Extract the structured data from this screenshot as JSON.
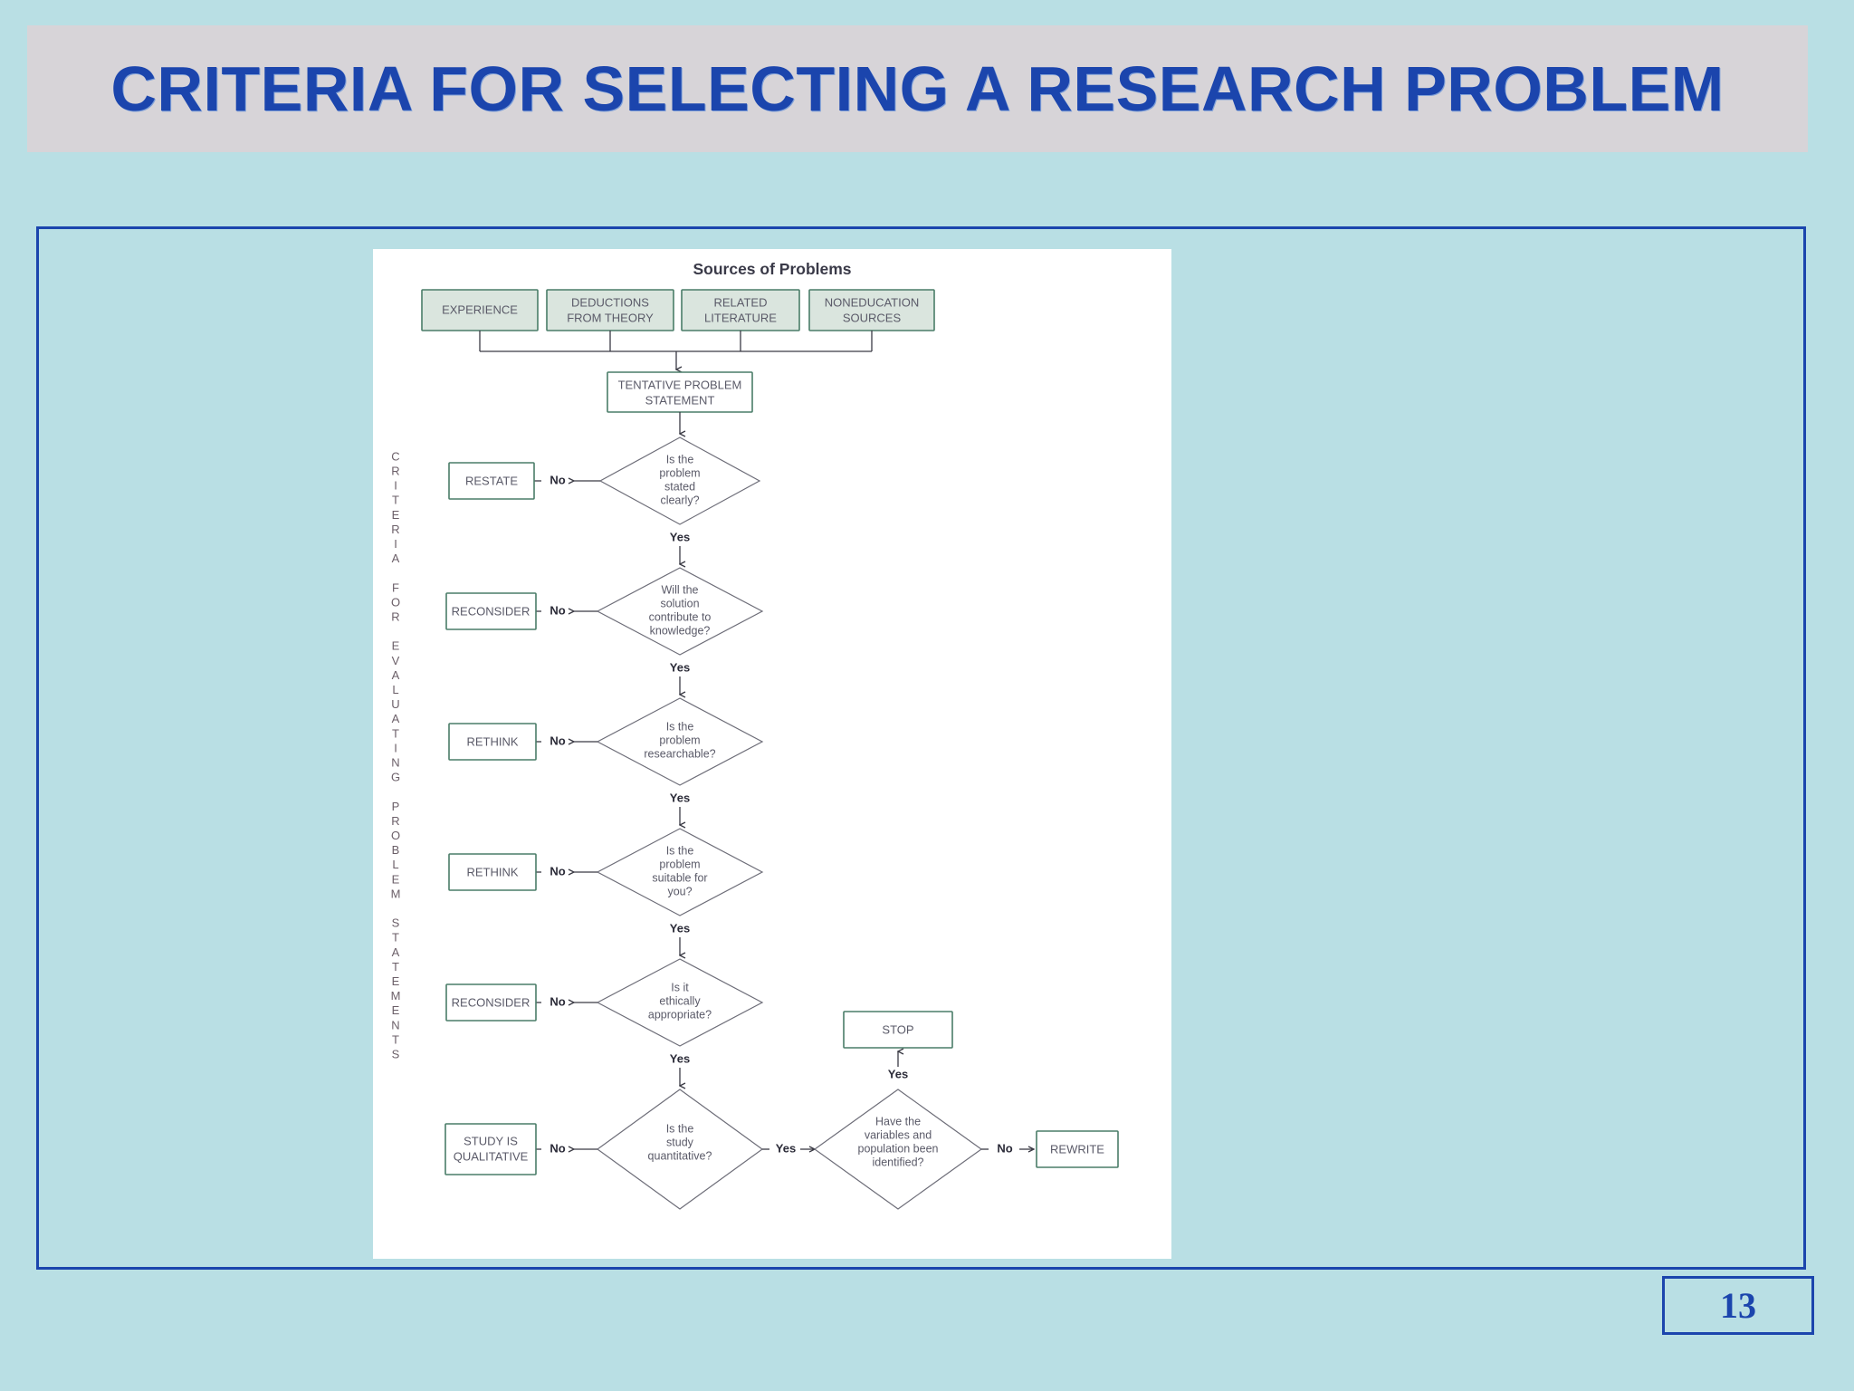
{
  "slide": {
    "title": "CRITERIA FOR SELECTING A RESEARCH PROBLEM",
    "page_number": "13",
    "accent_color": "#1b45ad",
    "background_color": "#b9dfe4",
    "title_bar_color": "#d7d4d8"
  },
  "figure": {
    "title": "Sources of Problems",
    "box_fill": "#dae5de",
    "box_border": "#4a7d68",
    "diamond_border": "#6d6d78",
    "sources": [
      {
        "label": "EXPERIENCE",
        "lines": [
          "EXPERIENCE"
        ]
      },
      {
        "label": "DEDUCTIONS FROM THEORY",
        "lines": [
          "DEDUCTIONS",
          "FROM THEORY"
        ]
      },
      {
        "label": "RELATED LITERATURE",
        "lines": [
          "RELATED",
          "LITERATURE"
        ]
      },
      {
        "label": "NONEDUCATION SOURCES",
        "lines": [
          "NONEDUCATION",
          "SOURCES"
        ]
      }
    ],
    "tentative": {
      "lines": [
        "TENTATIVE PROBLEM",
        "STATEMENT"
      ]
    },
    "side_label": "CRITERIA FOR EVALUATING PROBLEM STATEMENTS",
    "side_label_letters": [
      "C",
      "R",
      "I",
      "T",
      "E",
      "R",
      "I",
      "A",
      "",
      "F",
      "O",
      "R",
      "",
      "E",
      "V",
      "A",
      "L",
      "U",
      "A",
      "T",
      "I",
      "N",
      "G",
      "",
      "P",
      "R",
      "O",
      "B",
      "L",
      "E",
      "M",
      "",
      "S",
      "T",
      "A",
      "T",
      "E",
      "M",
      "E",
      "N",
      "T",
      "S"
    ],
    "steps": [
      {
        "action": {
          "lines": [
            "RESTATE"
          ]
        },
        "no_label": "No",
        "question": {
          "lines": [
            "Is the",
            "problem",
            "stated",
            "clearly?"
          ]
        },
        "yes_label": "Yes"
      },
      {
        "action": {
          "lines": [
            "RECONSIDER"
          ]
        },
        "no_label": "No",
        "question": {
          "lines": [
            "Will the",
            "solution",
            "contribute to",
            "knowledge?"
          ]
        },
        "yes_label": "Yes"
      },
      {
        "action": {
          "lines": [
            "RETHINK"
          ]
        },
        "no_label": "No",
        "question": {
          "lines": [
            "Is the",
            "problem",
            "researchable?"
          ]
        },
        "yes_label": "Yes"
      },
      {
        "action": {
          "lines": [
            "RETHINK"
          ]
        },
        "no_label": "No",
        "question": {
          "lines": [
            "Is the",
            "problem",
            "suitable for",
            "you?"
          ]
        },
        "yes_label": "Yes"
      },
      {
        "action": {
          "lines": [
            "RECONSIDER"
          ]
        },
        "no_label": "No",
        "question": {
          "lines": [
            "Is it",
            "ethically",
            "appropriate?"
          ]
        },
        "yes_label": "Yes"
      }
    ],
    "final_row": {
      "qualitative": {
        "lines": [
          "STUDY IS",
          "QUALITATIVE"
        ]
      },
      "qualitative_no_label": "No",
      "quantitative_question": {
        "lines": [
          "Is the",
          "study",
          "quantitative?"
        ]
      },
      "quantitative_yes_label": "Yes",
      "variables_question": {
        "lines": [
          "Have the",
          "variables and",
          "population been",
          "identified?"
        ]
      },
      "variables_no_label": "No",
      "variables_yes_label": "Yes",
      "stop": {
        "lines": [
          "STOP"
        ]
      },
      "rewrite": {
        "lines": [
          "REWRITE"
        ]
      }
    }
  }
}
